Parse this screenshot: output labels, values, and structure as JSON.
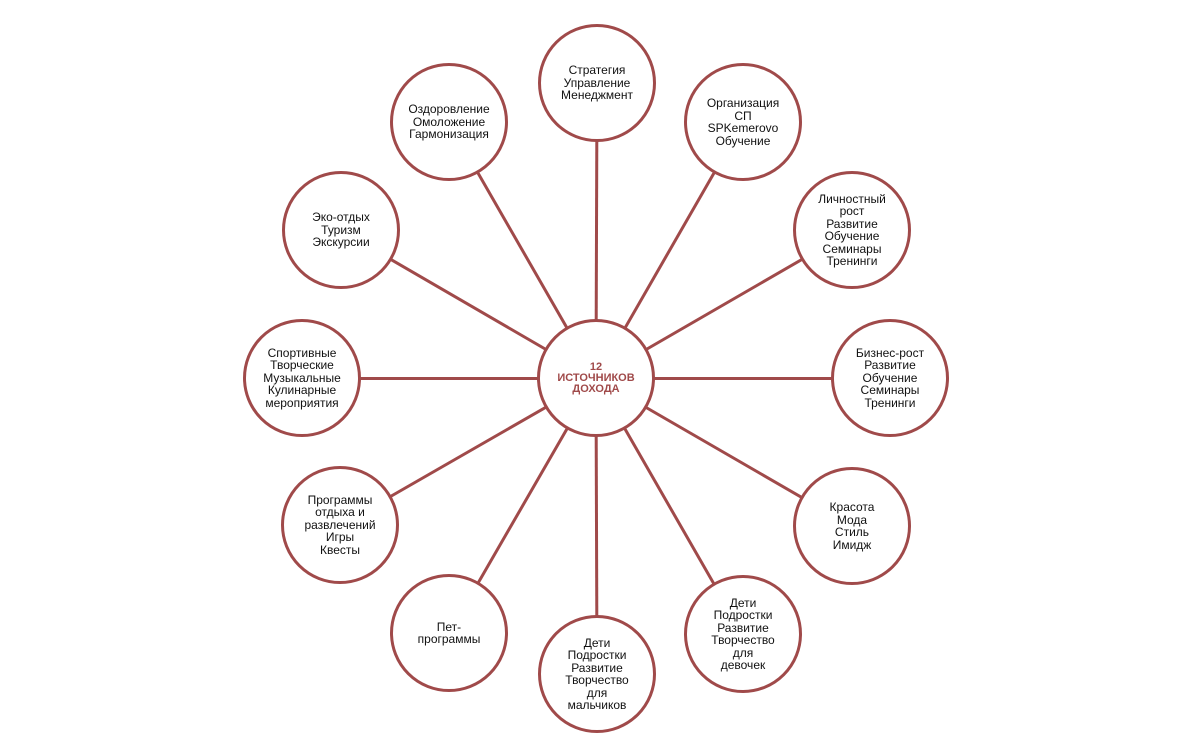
{
  "diagram": {
    "colors": {
      "border": "#a04a4a",
      "center_text": "#a04a4a",
      "node_text": "#111111",
      "fill": "#ffffff"
    },
    "center": {
      "label": "12\nИСТОЧНИКОВ\nДОХОДА"
    },
    "nodes": [
      {
        "id": "strategy",
        "label": "Стратегия\nУправление\nМенеджмент"
      },
      {
        "id": "organization",
        "label": "Организация\nСП\nSPKemerovo\nОбучение"
      },
      {
        "id": "personal-growth",
        "label": "Личностный\nрост\nРазвитие\nОбучение\nСеминары\nТренинги"
      },
      {
        "id": "business-growth",
        "label": "Бизнес-рост\nРазвитие\nОбучение\nСеминары\nТренинги"
      },
      {
        "id": "beauty",
        "label": "Красота\nМода\nСтиль\nИмидж"
      },
      {
        "id": "kids-girls",
        "label": "Дети\nПодростки\nРазвитие\nТворчество\nдля\nдевочек"
      },
      {
        "id": "kids-boys",
        "label": "Дети\nПодростки\nРазвитие\nТворчество\nдля\nмальчиков"
      },
      {
        "id": "pet-programs",
        "label": "Пет-\nпрограммы"
      },
      {
        "id": "leisure",
        "label": "Программы\nотдыха и\nразвлечений\nИгры\nКвесты"
      },
      {
        "id": "events",
        "label": "Спортивные\nТворческие\nМузыкальные\nКулинарные\nмероприятия"
      },
      {
        "id": "eco-tourism",
        "label": "Эко-отдых\nТуризм\nЭкскурсии"
      },
      {
        "id": "wellness",
        "label": "Оздоровление\nОмоложение\nГармонизация"
      }
    ]
  }
}
